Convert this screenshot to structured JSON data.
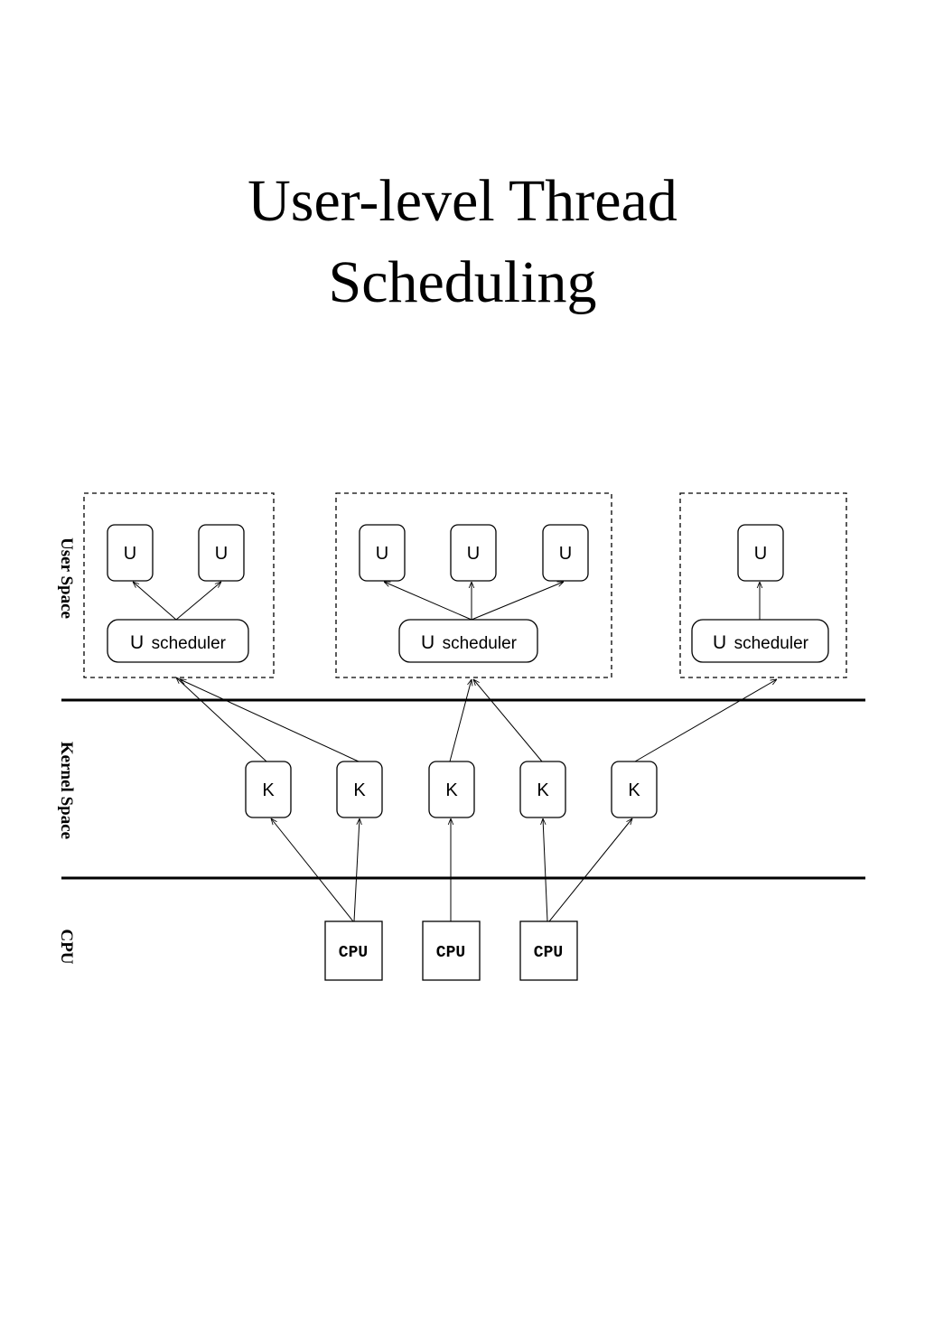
{
  "title": {
    "line1": "User-level Thread",
    "line2": "Scheduling"
  },
  "diagram": {
    "bands": {
      "user": "User Space",
      "kernel": "Kernel Space",
      "cpu": "CPU"
    },
    "user_thread_label": "U",
    "scheduler_prefix": "U",
    "scheduler_word": "scheduler",
    "kernel_thread_label": "K",
    "cpu_label": "CPU",
    "processes": [
      {
        "user_threads": 2
      },
      {
        "user_threads": 3
      },
      {
        "user_threads": 1
      }
    ],
    "kernel_threads": 5,
    "cpus": 3,
    "kernel_to_process": [
      0,
      0,
      1,
      1,
      2
    ],
    "cpu_to_kernel": [
      [
        0,
        1
      ],
      [
        2
      ],
      [
        3,
        4
      ]
    ]
  }
}
